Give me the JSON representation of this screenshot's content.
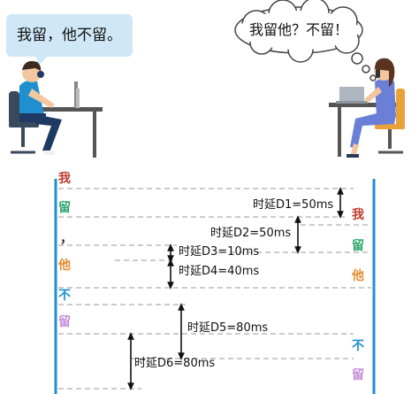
{
  "left_speaker": {
    "bubble_text": "我留，他不留。"
  },
  "right_speaker": {
    "cloud_text": "我留他？不留！"
  },
  "sent_chars": [
    {
      "text": "我",
      "color": "#c0392b"
    },
    {
      "text": "留",
      "color": "#2aa36b"
    },
    {
      "text": "，",
      "color": "#333333"
    },
    {
      "text": "他",
      "color": "#e68a2e"
    },
    {
      "text": "不",
      "color": "#1f8fd0"
    },
    {
      "text": "留",
      "color": "#c58ad8"
    }
  ],
  "received_chars": [
    {
      "text": "我",
      "color": "#c0392b"
    },
    {
      "text": "留",
      "color": "#2aa36b"
    },
    {
      "text": "他",
      "color": "#e68a2e"
    },
    {
      "text": "不",
      "color": "#1f8fd0"
    },
    {
      "text": "留",
      "color": "#c58ad8"
    }
  ],
  "delays": [
    {
      "label": "时延D1=50ms"
    },
    {
      "label": "时延D2=50ms"
    },
    {
      "label": "时延D3=10ms"
    },
    {
      "label": "时延D4=40ms"
    },
    {
      "label": "时延D5=80ms"
    },
    {
      "label": "时延D6=80ms"
    }
  ]
}
